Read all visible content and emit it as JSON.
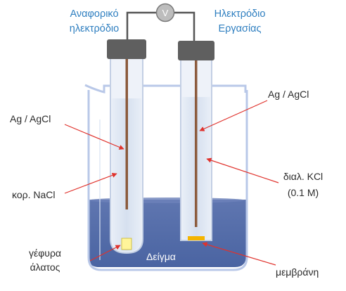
{
  "title_reference": [
    "Αναφορικό",
    "ηλεκτρόδιο"
  ],
  "title_working": [
    "Ηλεκτρόδιο",
    "Εργασίας"
  ],
  "voltmeter_symbol": "V",
  "labels": {
    "ag_agcl_left": "Ag / AgCl",
    "sat_nacl": "κορ. NaCl",
    "salt_bridge": [
      "γέφυρα",
      "άλατος"
    ],
    "ag_agcl_right": "Ag / AgCl",
    "kcl_solution": [
      "διαλ. KCl",
      "(0.1 M)"
    ],
    "sample": "Δείγμα",
    "membrane": "μεμβράνη"
  },
  "colors": {
    "title_blue": "#2f7fc0",
    "sample_blue": "#5a73ad",
    "tube_fill": "#dde6f3",
    "cap_gray": "#5f5f5f",
    "wire_copper": "#8b5a3c",
    "salt_bridge_yellow": "#fff59a",
    "membrane_orange": "#f4b400",
    "pointer_red": "#e0322c"
  }
}
